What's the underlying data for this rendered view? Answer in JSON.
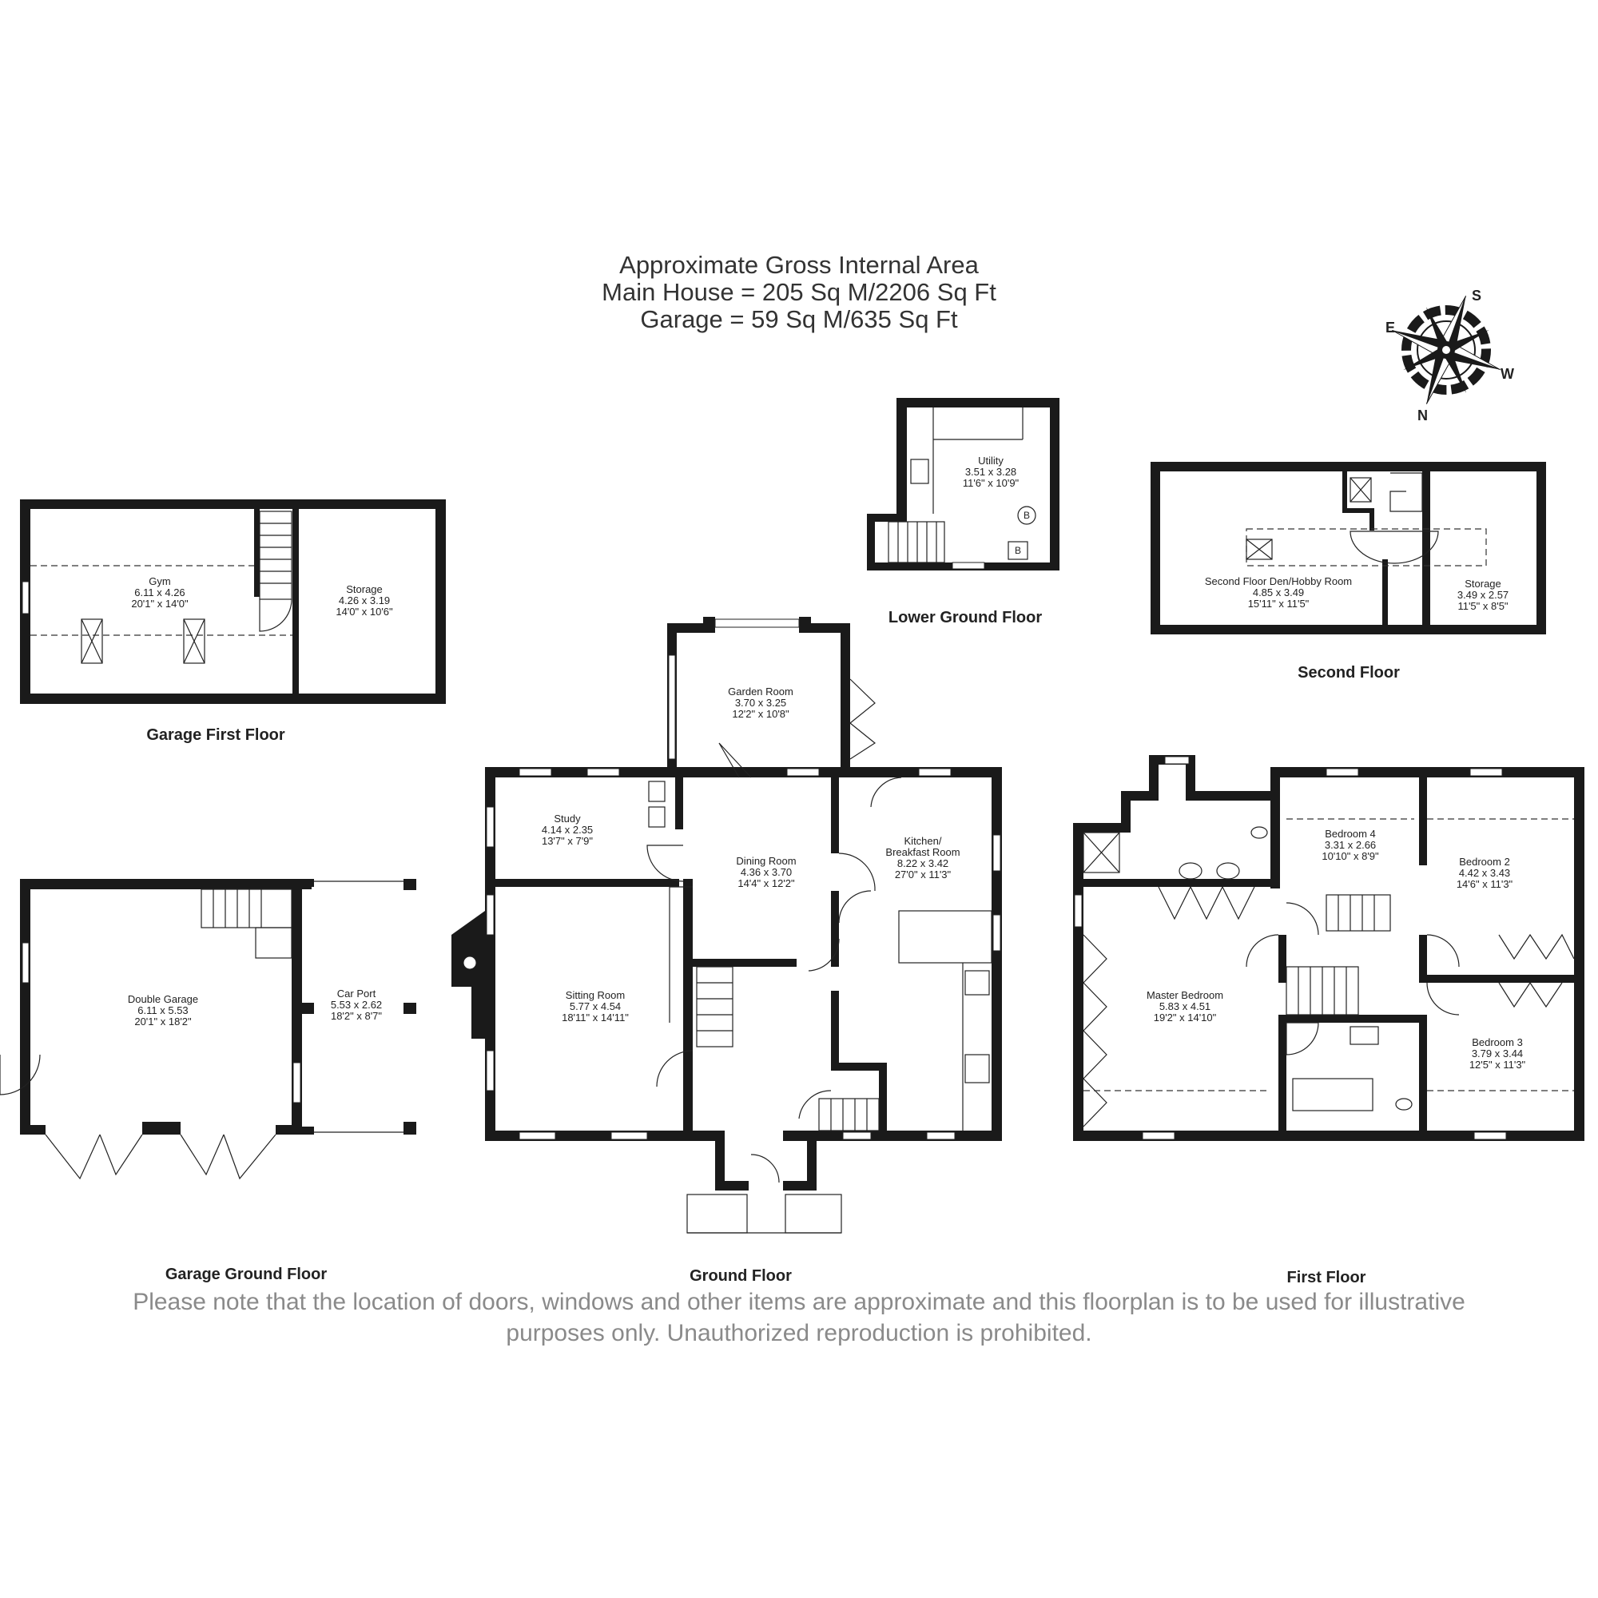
{
  "header": {
    "line1": "Approximate Gross Internal Area",
    "line2": "Main House = 205 Sq M/2206 Sq Ft",
    "line3": "Garage = 59 Sq M/635 Sq Ft"
  },
  "compass": {
    "s": "S",
    "e": "E",
    "w": "W",
    "n": "N"
  },
  "floors": {
    "garage_first": "Garage First Floor",
    "garage_ground": "Garage Ground Floor",
    "lower_ground": "Lower Ground Floor",
    "ground": "Ground Floor",
    "first": "First Floor",
    "second": "Second Floor"
  },
  "rooms": {
    "gym": {
      "name": "Gym",
      "metric": "6.11 x 4.26",
      "imperial": "20'1\" x 14'0\""
    },
    "garage_storage": {
      "name": "Storage",
      "metric": "4.26 x 3.19",
      "imperial": "14'0\" x 10'6\""
    },
    "double_garage": {
      "name": "Double Garage",
      "metric": "6.11 x 5.53",
      "imperial": "20'1\" x 18'2\""
    },
    "car_port": {
      "name": "Car Port",
      "metric": "5.53 x 2.62",
      "imperial": "18'2\" x 8'7\""
    },
    "utility": {
      "name": "Utility",
      "metric": "3.51 x 3.28",
      "imperial": "11'6\" x 10'9\""
    },
    "garden_room": {
      "name": "Garden Room",
      "metric": "3.70 x 3.25",
      "imperial": "12'2\" x 10'8\""
    },
    "study": {
      "name": "Study",
      "metric": "4.14 x 2.35",
      "imperial": "13'7\" x 7'9\""
    },
    "dining_room": {
      "name": "Dining Room",
      "metric": "4.36 x 3.70",
      "imperial": "14'4\" x 12'2\""
    },
    "kitchen_line1": "Kitchen/",
    "kitchen": {
      "name": "Breakfast Room",
      "metric": "8.22 x 3.42",
      "imperial": "27'0\" x 11'3\""
    },
    "sitting_room": {
      "name": "Sitting Room",
      "metric": "5.77 x 4.54",
      "imperial": "18'11\" x 14'11\""
    },
    "den": {
      "name": "Second Floor Den/Hobby Room",
      "metric": "4.85 x 3.49",
      "imperial": "15'11\" x 11'5\""
    },
    "second_storage": {
      "name": "Storage",
      "metric": "3.49 x 2.57",
      "imperial": "11'5\" x 8'5\""
    },
    "bedroom4": {
      "name": "Bedroom 4",
      "metric": "3.31 x 2.66",
      "imperial": "10'10\" x 8'9\""
    },
    "bedroom2": {
      "name": "Bedroom 2",
      "metric": "4.42 x 3.43",
      "imperial": "14'6\" x 11'3\""
    },
    "master": {
      "name": "Master Bedroom",
      "metric": "5.83 x 4.51",
      "imperial": "19'2\" x 14'10\""
    },
    "bedroom3": {
      "name": "Bedroom 3",
      "metric": "3.79 x 3.44",
      "imperial": "12'5\" x 11'3\""
    }
  },
  "boiler_symbol": "B",
  "disclaimer": {
    "line1": "Please note that the location of doors, windows and other items are approximate and this floorplan is to be used for illustrative",
    "line2": "purposes only. Unauthorized reproduction is prohibited."
  }
}
